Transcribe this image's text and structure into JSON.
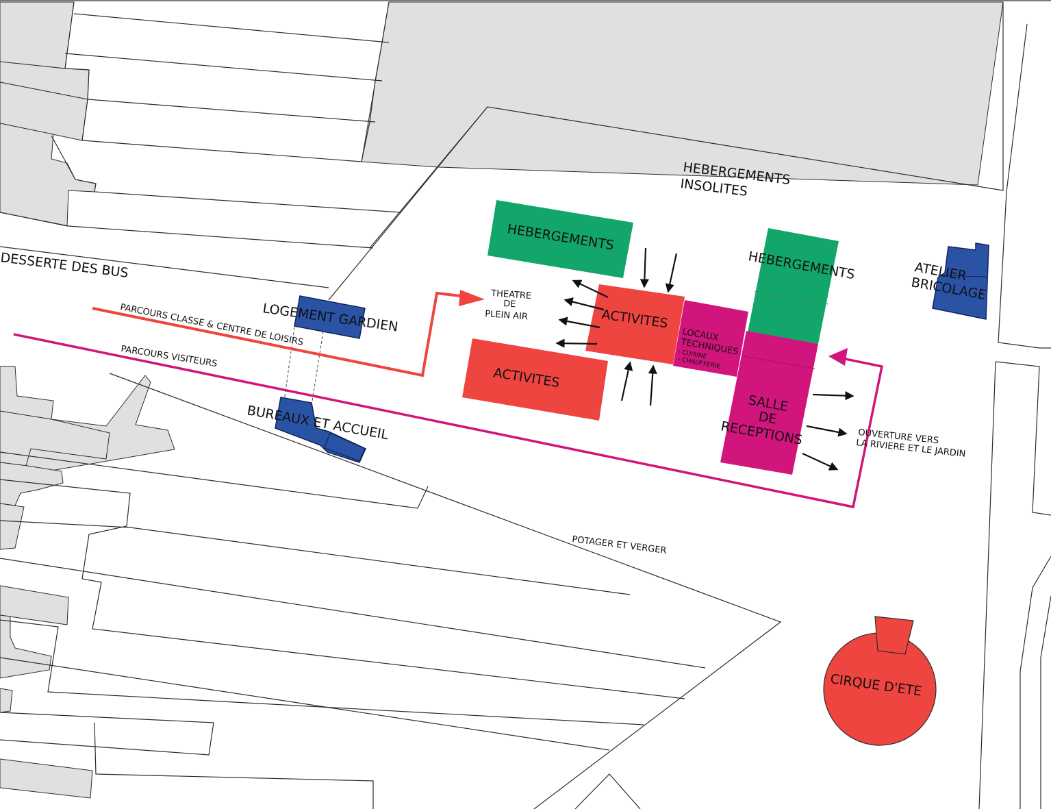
{
  "colors": {
    "housing_green": "#12a66a",
    "activity_red": "#ee4540",
    "tech_magenta": "#d1157c",
    "building_blue": "#2a53a6",
    "visitor_path": "#d1157c",
    "class_path": "#ee4540",
    "neighbour_grey": "#e0e0e0"
  },
  "labels": {
    "desserte_bus": "DESSERTE DES BUS",
    "parcours_classe": "PARCOURS CLASSE & CENTRE DE LOISIRS",
    "parcours_visiteurs": "PARCOURS VISITEURS",
    "logement_gardien": "LOGEMENT GARDIEN",
    "bureaux_accueil": "BUREAUX ET ACCUEIL",
    "theatre_1": "THEATRE",
    "theatre_2": "DE",
    "theatre_3": "PLEIN AIR",
    "hebergements_insolites_1": "HEBERGEMENTS",
    "hebergements_insolites_2": "INSOLITES",
    "hebergements_a": "HEBERGEMENTS",
    "hebergements_b": "HEBERGEMENTS",
    "activites_a": "ACTIVITES",
    "activites_b": "ACTIVITES",
    "locaux_1": "LOCAUX",
    "locaux_2": "TECHNIQUES",
    "locaux_3": "- CUISINE",
    "locaux_4": "- CHAUFFERIE",
    "salle_1": "SALLE",
    "salle_2": "DE",
    "salle_3": "RECEPTIONS",
    "atelier_1": "ATELIER",
    "atelier_2": "BRICOLAGE",
    "ouverture_1": "OUVERTURE VERS",
    "ouverture_2": "LA RIVIERE ET LE JARDIN",
    "potager": "POTAGER ET VERGER",
    "cirque": "CIRQUE D'ETE"
  }
}
